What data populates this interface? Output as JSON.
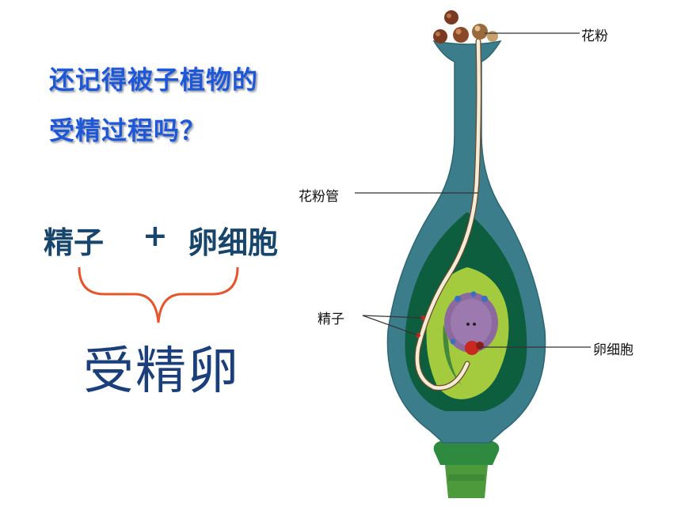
{
  "question": {
    "line1": "还记得被子植物的",
    "line2": "受精过程吗？"
  },
  "equation": {
    "left": "精子",
    "operator": "+",
    "right": "卵细胞",
    "result": "受精卵"
  },
  "labels": {
    "pollen": "花粉",
    "pollen_tube": "花粉管",
    "sperm": "精子",
    "egg_cell": "卵细胞"
  },
  "colors": {
    "question_text": "#1f57d9",
    "equation_text": "#17456c",
    "brace": "#e4572e",
    "result_text": "#1a3f7a",
    "pistil": "#3c7d8b",
    "ovary_dark": "#0d5e3e",
    "ovule_light": "#a4cb3d",
    "embryo_sac": "#8c6aa0",
    "egg": "#c8281e"
  }
}
